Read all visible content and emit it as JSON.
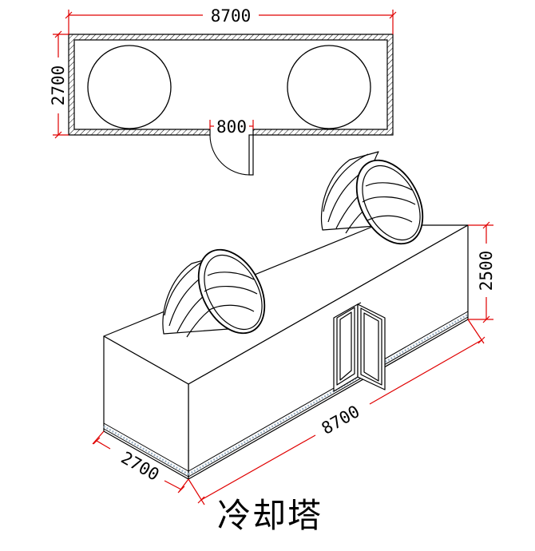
{
  "title": "冷却塔",
  "plan": {
    "length_label": "8700",
    "width_label": "2700",
    "door_label": "800"
  },
  "iso": {
    "height_label": "2500",
    "length_label": "8700",
    "width_label": "2700"
  },
  "colors": {
    "dimension": "#e00000",
    "outline": "#000000",
    "hatch": "#000000",
    "base_strip": "#9fb4c8"
  }
}
